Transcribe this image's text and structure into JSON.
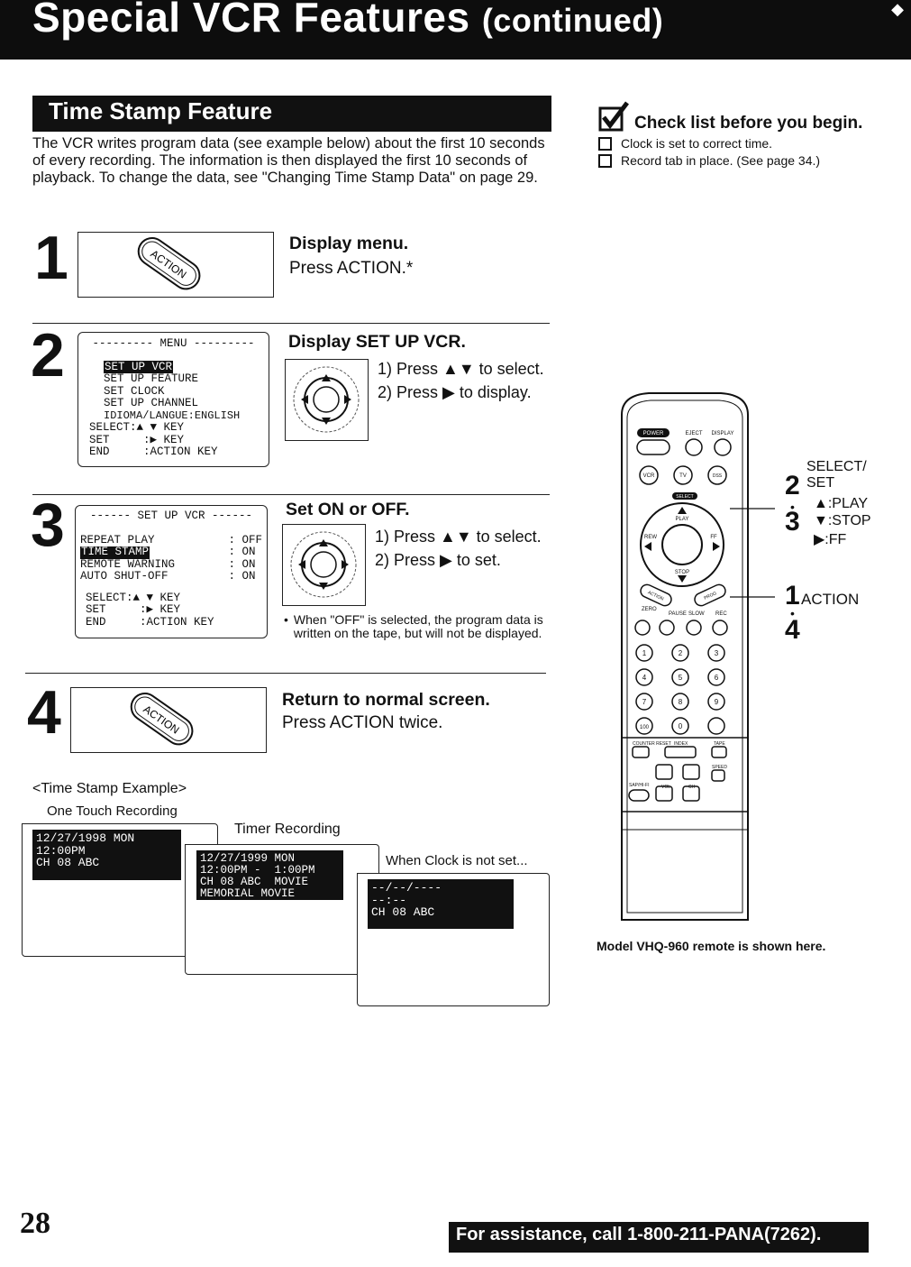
{
  "header": {
    "title": "Special VCR Features",
    "subtitle": "(continued)"
  },
  "section": {
    "title": "Time Stamp Feature"
  },
  "intro": "The VCR writes program data (see example below) about the first 10 seconds of every recording. The information is then displayed the first 10 seconds of playback. To change the data, see \"Changing Time Stamp Data\" on page 29.",
  "checklist": {
    "title": "Check list before you begin.",
    "items": [
      "Clock is set to correct time.",
      "Record tab in place. (See page 34.)"
    ]
  },
  "steps": [
    {
      "num": "1",
      "title": "Display menu.",
      "text": "Press ACTION.*",
      "button_label": "ACTION"
    },
    {
      "num": "2",
      "title": "Display SET UP VCR.",
      "line1": "1) Press ▲▼ to select.",
      "line2": "2) Press ▶ to display."
    },
    {
      "num": "3",
      "title": "Set ON or OFF.",
      "line1": "1) Press ▲▼ to select.",
      "line2": "2) Press ▶ to set.",
      "note": "When \"OFF\" is selected, the program data is written on the tape, but will not be displayed."
    },
    {
      "num": "4",
      "title": "Return to normal screen.",
      "text": "Press ACTION twice.",
      "button_label": "ACTION"
    }
  ],
  "menu_screen": {
    "title": "--------- MENU ---------",
    "items": [
      "SET UP VCR",
      "SET UP FEATURE",
      "SET CLOCK",
      "SET UP CHANNEL",
      "IDIOMA/LANGUE:ENGLISH"
    ],
    "select": "SELECT:▲ ▼ KEY",
    "set": "SET     :▶ KEY",
    "end": "END     :ACTION KEY"
  },
  "setup_screen": {
    "title": "------ SET UP VCR ------",
    "rows": [
      {
        "label": "REPEAT PLAY",
        "value": "OFF"
      },
      {
        "label": "TIME STAMP",
        "value": "ON"
      },
      {
        "label": "REMOTE WARNING",
        "value": "ON"
      },
      {
        "label": "AUTO SHUT-OFF",
        "value": "ON"
      }
    ],
    "select": "SELECT:▲ ▼ KEY",
    "set": "SET     :▶ KEY",
    "end": "END     :ACTION KEY"
  },
  "dpad": {
    "top": "PLAY",
    "bottom": "STOP"
  },
  "example": {
    "title": "<Time Stamp Example>",
    "panels": [
      {
        "label": "One Touch Recording",
        "lines": [
          "12/27/1998 MON",
          "12:00PM",
          "CH 08 ABC"
        ]
      },
      {
        "label": "Timer Recording",
        "lines": [
          "12/27/1999 MON",
          "12:00PM -  1:00PM",
          "CH 08 ABC  MOVIE",
          "MEMORIAL MOVIE"
        ]
      },
      {
        "label": "When Clock is not set...",
        "lines": [
          "--/--/----",
          "--:--",
          "CH 08 ABC"
        ]
      }
    ]
  },
  "remote": {
    "labels": {
      "power": "POWER",
      "eject": "EJECT",
      "display": "DISPLAY",
      "vcr": "VCR",
      "tv": "TV",
      "dss": "DSS CABLE",
      "select": "SELECT",
      "play": "PLAY",
      "rew": "REW",
      "ff": "FF",
      "stop": "STOP",
      "action": "ACTION",
      "prog": "PROG",
      "zero": "ZERO",
      "pause": "PAUSE",
      "slow": "SLOW",
      "rec": "REC",
      "counter_reset": "COUNTER RESET",
      "index": "INDEX",
      "tape": "TAPE",
      "speed": "SPEED",
      "sap": "SAP/HI-FI",
      "vol": "VOL",
      "ch": "CH"
    },
    "numbers": [
      "1",
      "2",
      "3",
      "4",
      "5",
      "6",
      "7",
      "8",
      "9",
      "100",
      "0"
    ]
  },
  "callouts": {
    "select_set": "SELECT/\nSET",
    "nums_a": "2",
    "nums_b": "3",
    "play": "▲:PLAY",
    "stop": "▼:STOP",
    "ff": "▶:FF",
    "action": "ACTION",
    "nums_c": "1",
    "nums_d": "4"
  },
  "caption": "Model VHQ-960 remote is shown here.",
  "footer": {
    "page": "28",
    "assist": "For assistance, call 1-800-211-PANA(7262)."
  }
}
